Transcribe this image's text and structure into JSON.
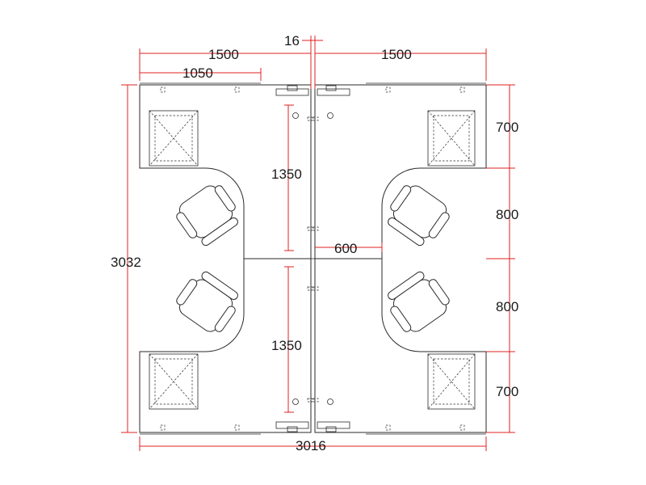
{
  "dimensions": {
    "top_gap": "16",
    "top_left_width": "1500",
    "top_left_inner": "1050",
    "top_right_width": "1500",
    "total_height": "3032",
    "total_width": "3016",
    "center_upper_height": "1350",
    "center_lower_height": "1350",
    "center_offset": "600",
    "right_seg_1": "700",
    "right_seg_2": "800",
    "right_seg_3": "800",
    "right_seg_4": "700"
  },
  "colors": {
    "dimension_line": "#e02020",
    "outline": "#2a2a2a"
  }
}
